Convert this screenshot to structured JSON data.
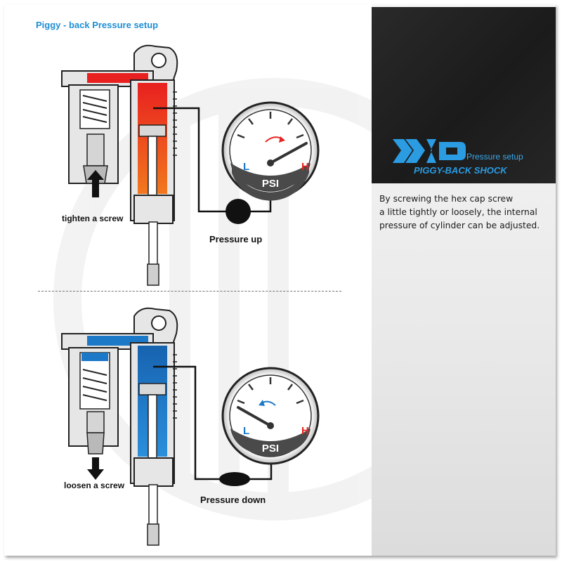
{
  "title": "Piggy - back Pressure setup",
  "top_diagram": {
    "screw_label": "tighten a screw",
    "pressure_label": "Pressure up",
    "gauge": {
      "low": "L",
      "high": "H",
      "unit": "PSI",
      "needle_level": "high"
    },
    "fluid_color": "#f05a23"
  },
  "bottom_diagram": {
    "screw_label": "loosen a screw",
    "pressure_label": "Pressure down",
    "gauge": {
      "low": "L",
      "high": "H",
      "unit": "PSI",
      "needle_level": "low"
    },
    "fluid_color": "#1c79c8"
  },
  "brand": {
    "logo": "XD",
    "subtitle": "Pressure setup",
    "product": "PIGGY-BACK SHOCK"
  },
  "description": [
    "By screwing the hex cap screw",
    "a little tightly or loosely, the internal",
    "pressure of cylinder can be adjusted."
  ],
  "colors": {
    "title_blue": "#1e8fd6",
    "gauge_low": "#1c79c8",
    "gauge_high": "#e52421",
    "dark_panel": "#1f1f1f"
  }
}
